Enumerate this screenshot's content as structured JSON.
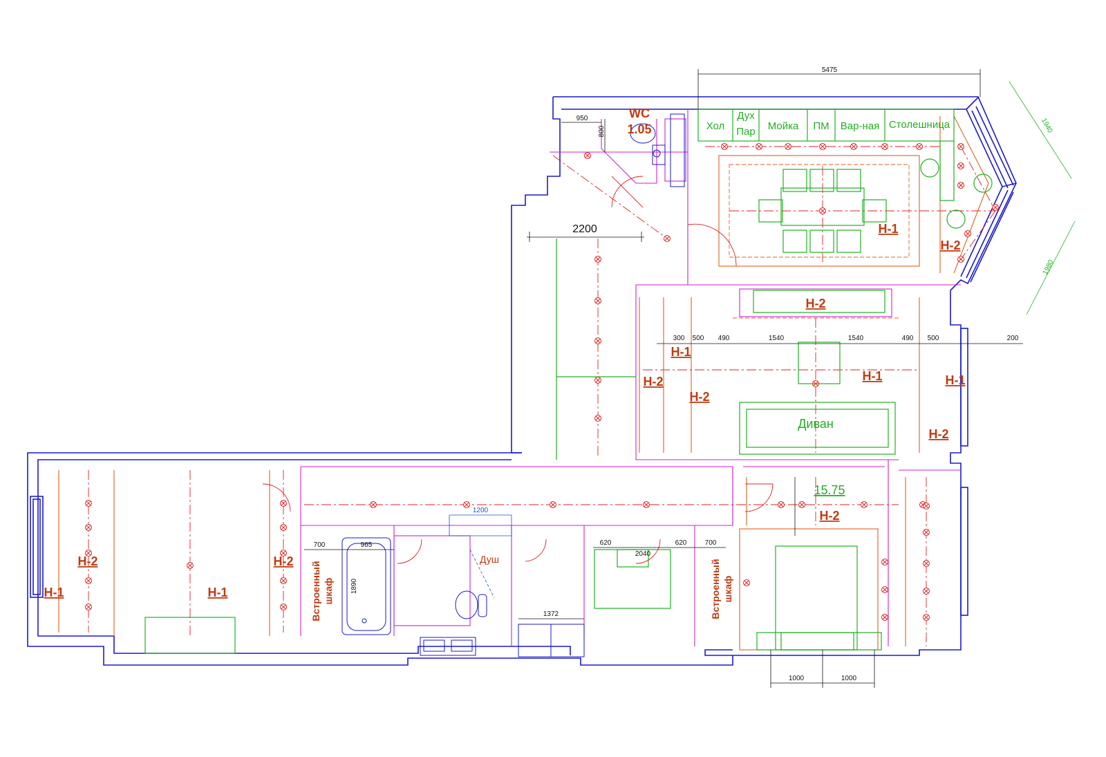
{
  "kitchen_labels": [
    "Хол",
    "Дух",
    "Пар",
    "Мойка",
    "ПМ",
    "Вар-ная",
    "Столешница"
  ],
  "wc": {
    "name": "WC",
    "area": "1.05"
  },
  "sofa_label": "Диван",
  "shower_label": "Душ",
  "wardrobe_line1": "Встроенный",
  "wardrobe_line2": "шкаф",
  "area_bedroom": "15.75",
  "ceiling_tags": {
    "h1": "Н-1",
    "h2": "Н-2"
  },
  "dimensions": {
    "d5475": "5475",
    "d950": "950",
    "d800": "800",
    "d2200": "2200",
    "d1940": "1940",
    "d1980": "1980",
    "d300": "300",
    "d500": "500",
    "d490": "490",
    "d1540": "1540",
    "d200": "200",
    "d1200": "1200",
    "d700": "700",
    "d965": "965",
    "d1890": "1890",
    "d1372": "1372",
    "d620": "620",
    "d2040": "2040",
    "d1000": "1000"
  }
}
